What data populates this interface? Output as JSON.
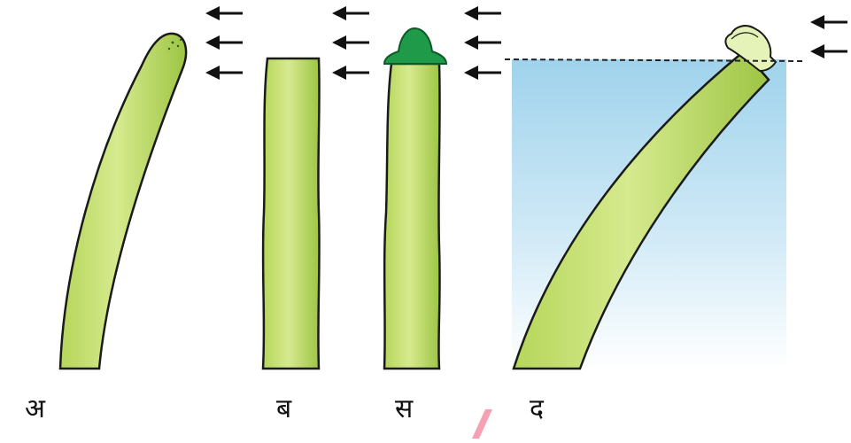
{
  "labels": {
    "a": "अ",
    "b": "ब",
    "c": "स",
    "d": "द"
  },
  "colors": {
    "stem_fill": "#c9e27a",
    "stem_stroke": "#1a1a1a",
    "cap_fill": "#1f9a48",
    "sheath_fill": "#dff0a0",
    "light_top": "#9fd3ec",
    "light_bottom": "#ffffff",
    "arrow": "#111111"
  },
  "icons": {
    "arrow": "arrow-left-icon"
  }
}
